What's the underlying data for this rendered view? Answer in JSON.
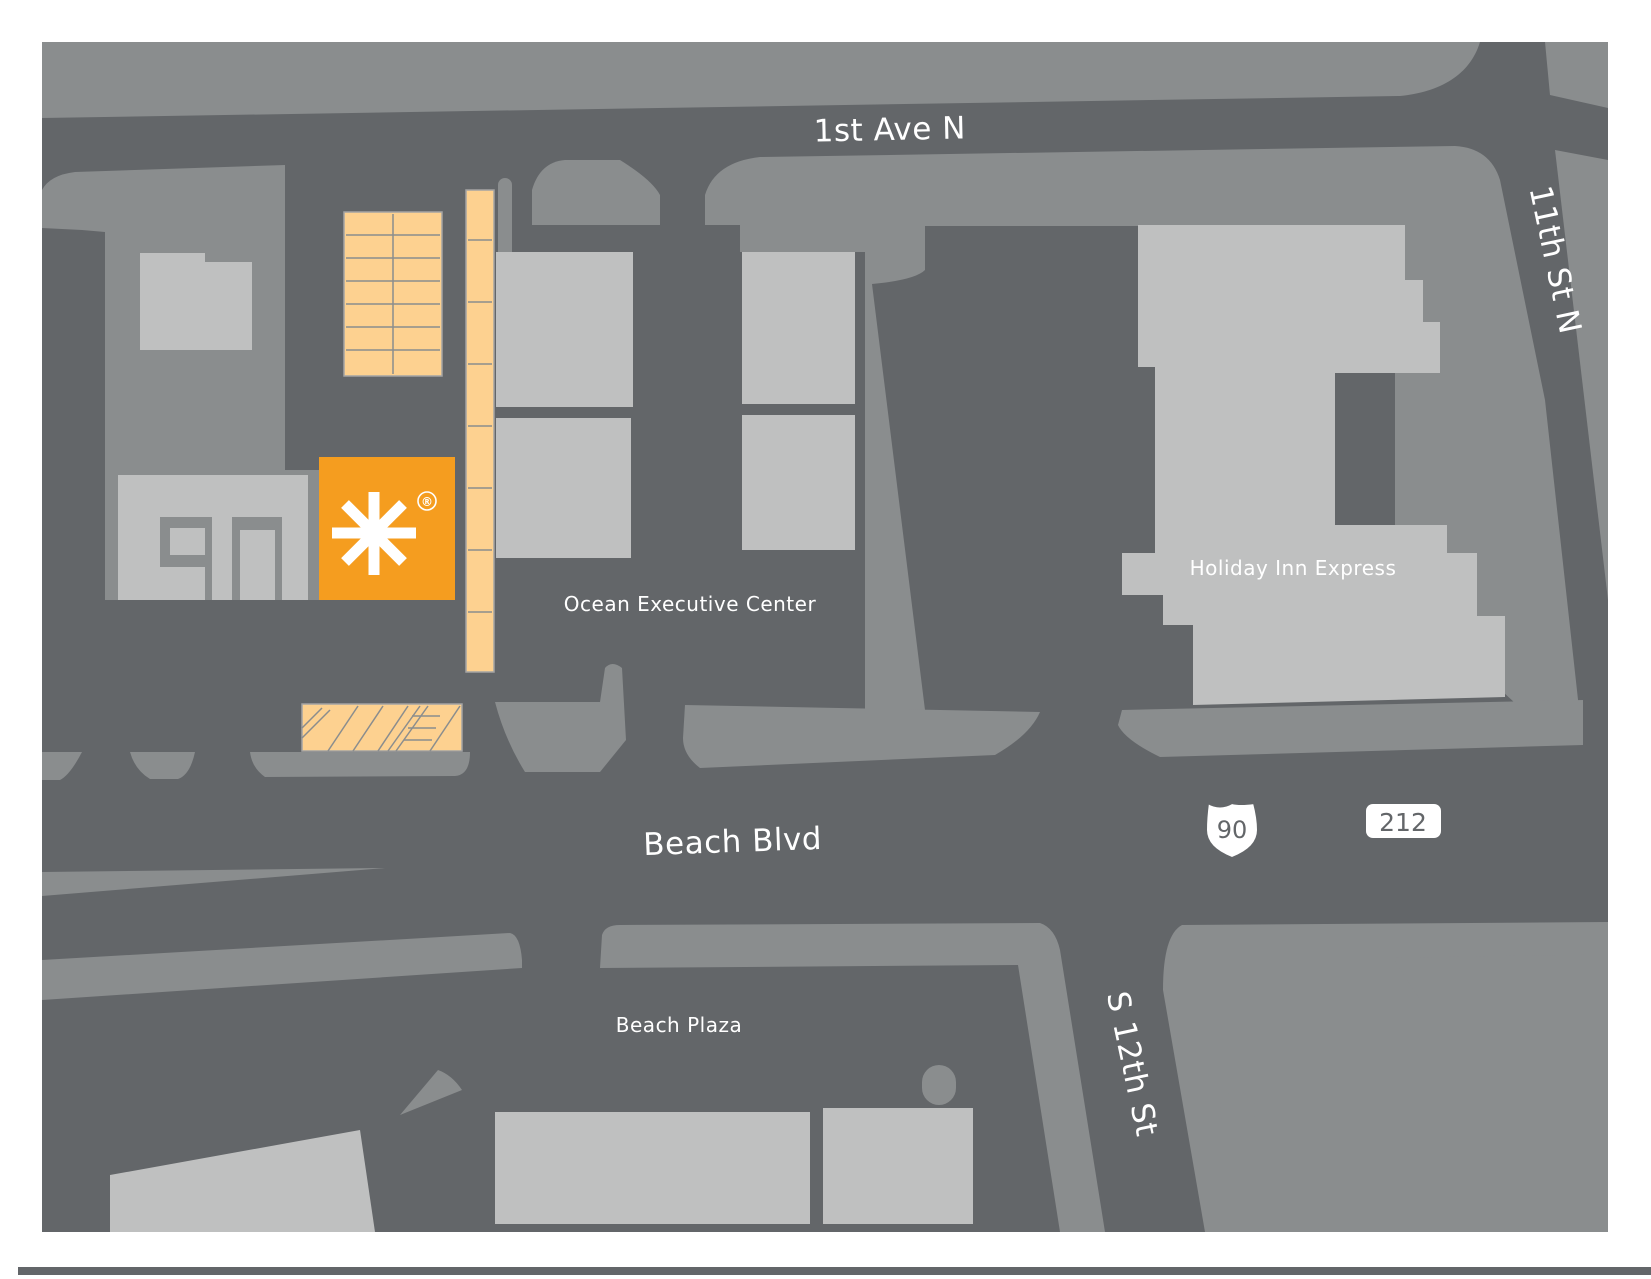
{
  "streets": {
    "first_ave_n": "1st Ave N",
    "eleventh_st_n": "11th St N",
    "beach_blvd": "Beach Blvd",
    "s_twelfth_st": "S 12th St"
  },
  "places": {
    "ocean_executive_center": "Ocean Executive Center",
    "holiday_inn_express": "Holiday Inn Express",
    "beach_plaza": "Beach Plaza"
  },
  "route_shields": {
    "us_route": "90",
    "state_route": "212"
  },
  "marker": {
    "icon": "asterisk-logo-icon",
    "registered_mark": "®"
  },
  "colors": {
    "road": "#636669",
    "block": "#8a8d8e",
    "building": "#bfc0c0",
    "parking": "#fdd190",
    "brand": "#f59d1f",
    "label": "#ffffff"
  }
}
